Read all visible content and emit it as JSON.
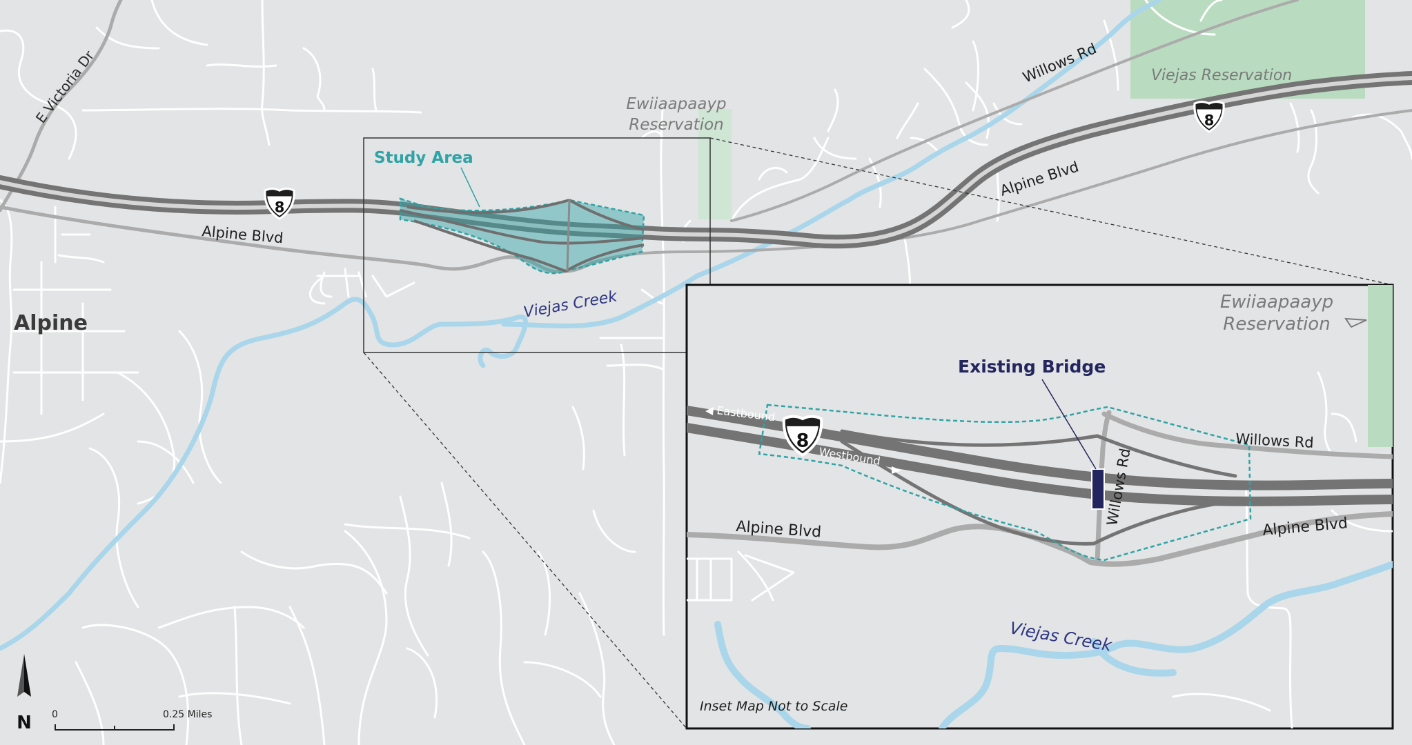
{
  "colors": {
    "background": "#e3e4e5",
    "highway": "#757474",
    "arterial_road": "#ababab",
    "local_road": "#ffffff",
    "creek": "#a9d6ea",
    "reservation": "#b9dcc0",
    "study_area": "#2fa3a6",
    "bridge": "#23265e",
    "creek_label": "#2e3682"
  },
  "icons": {
    "shield": "interstate-shield-icon",
    "north": "north-arrow-icon",
    "pointer": "pointer-triangle-icon"
  },
  "labels": {
    "alpine": "Alpine",
    "e_victoria_dr": "E Victoria Dr",
    "alpine_blvd": "Alpine Blvd",
    "alpine_blvd_east": "Alpine Blvd",
    "willows_rd": "Willows Rd",
    "viejas_reservation": "Viejas Reservation",
    "ewiiaapaayp_line1": "Ewiiaapaayp",
    "ewiiaapaayp_line2": "Reservation",
    "viejas_creek": "Viejas Creek",
    "study_area": "Study Area",
    "interstate_number": "8"
  },
  "inset": {
    "existing_bridge": "Existing Bridge",
    "eastbound": "Eastbound",
    "westbound": "Westbound",
    "willows_rd_vertical": "Willows Rd",
    "willows_rd": "Willows Rd",
    "alpine_blvd_left": "Alpine Blvd",
    "alpine_blvd_right": "Alpine Blvd",
    "viejas_creek": "Viejas Creek",
    "ewiiaapaayp_line1": "Ewiiaapaayp",
    "ewiiaapaayp_line2": "Reservation",
    "not_to_scale": "Inset Map Not to Scale",
    "interstate_number": "8"
  },
  "scale_bar": {
    "start_label": "0",
    "end_label": "0.25 Miles"
  },
  "north_arrow": {
    "label": "N"
  }
}
